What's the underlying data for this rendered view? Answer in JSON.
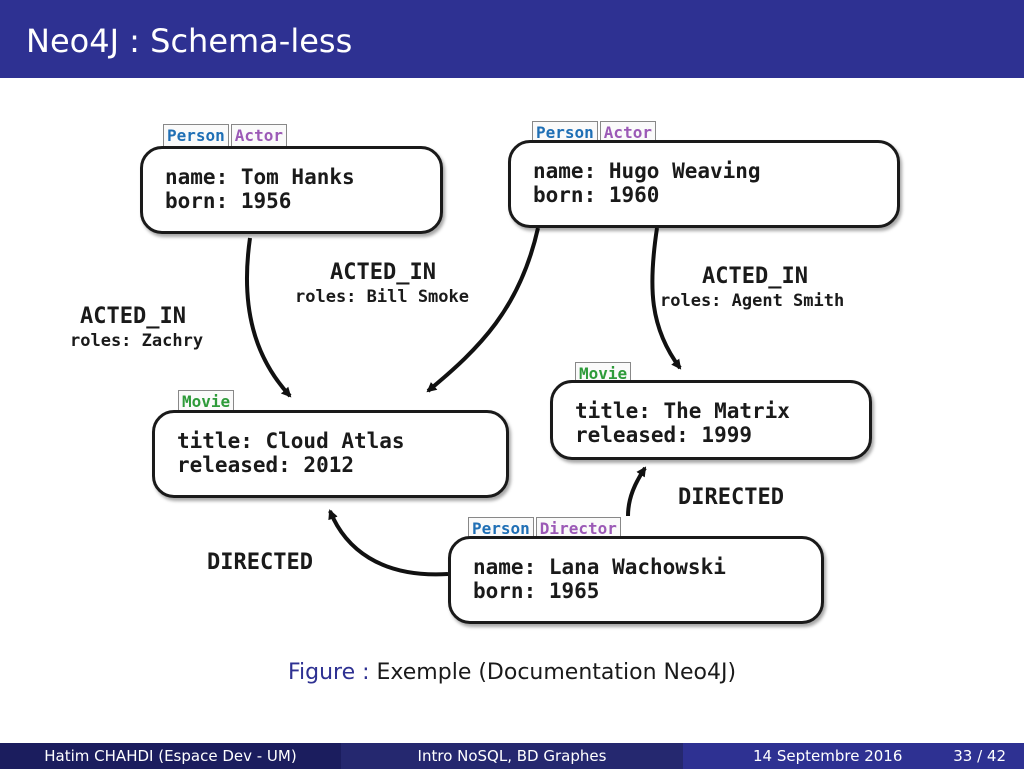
{
  "slide": {
    "title": "Neo4J : Schema-less"
  },
  "nodes": {
    "tom_hanks": {
      "labels": [
        "Person",
        "Actor"
      ],
      "line1": "name: Tom Hanks",
      "line2": "born: 1956"
    },
    "hugo_weaving": {
      "labels": [
        "Person",
        "Actor"
      ],
      "line1": "name: Hugo Weaving",
      "line2": "born: 1960"
    },
    "cloud_atlas": {
      "labels": [
        "Movie"
      ],
      "line1": "title: Cloud Atlas",
      "line2": "released: 2012"
    },
    "the_matrix": {
      "labels": [
        "Movie"
      ],
      "line1": "title: The Matrix",
      "line2": "released: 1999"
    },
    "lana_wachowski": {
      "labels": [
        "Person",
        "Director"
      ],
      "line1": "name: Lana Wachowski",
      "line2": "born: 1965"
    }
  },
  "relationships": {
    "tom_cloud": {
      "type": "ACTED_IN",
      "roles": "roles: Zachry"
    },
    "hugo_cloud": {
      "type": "ACTED_IN",
      "roles": "roles: Bill Smoke"
    },
    "hugo_matrix": {
      "type": "ACTED_IN",
      "roles": "roles: Agent Smith"
    },
    "lana_cloud": {
      "type": "DIRECTED"
    },
    "lana_matrix": {
      "type": "DIRECTED"
    }
  },
  "caption": {
    "prefix": "Figure :",
    "text": "Exemple (Documentation Neo4J)"
  },
  "footer": {
    "author": "Hatim CHAHDI (Espace Dev - UM)",
    "course": "Intro NoSQL, BD Graphes",
    "date": "14 Septembre 2016",
    "page": "33 / 42"
  },
  "colors": {
    "header_bg": "#2e3192",
    "label_person": "#1f6fb5",
    "label_actor": "#9b59b6",
    "label_movie": "#2e9b3a"
  }
}
